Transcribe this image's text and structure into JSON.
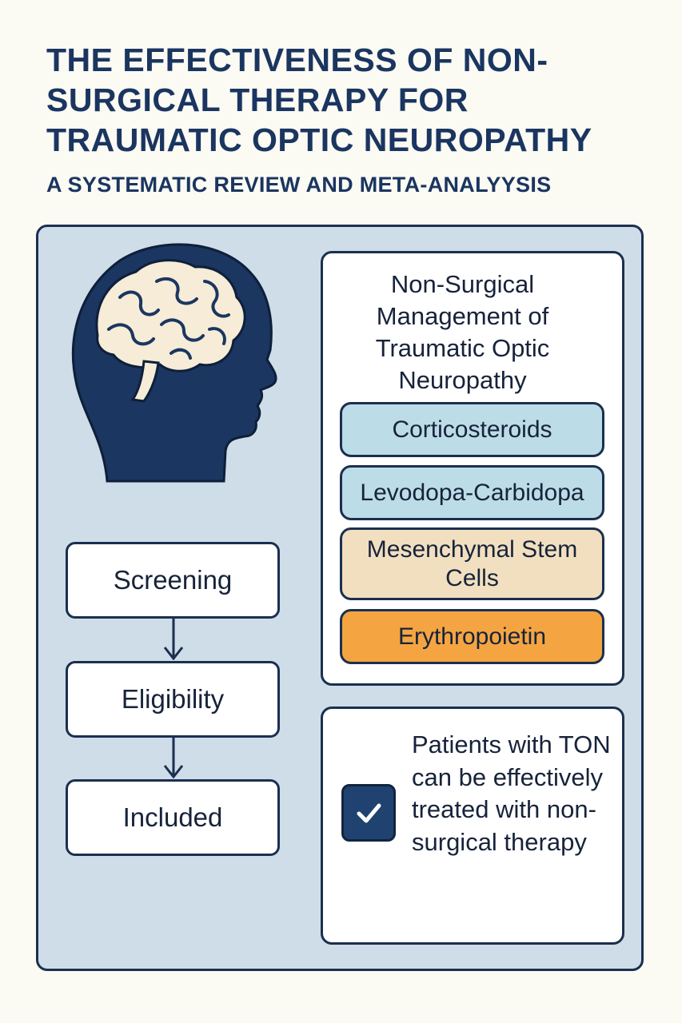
{
  "header": {
    "title": "THE EFFECTIVENESS OF NON-SURGICAL THERAPY FOR TRAUMATIC OPTIC NEUROPATHY",
    "subtitle": "A SYSTEMATIC REVIEW AND META-ANALYYSIS"
  },
  "flow": {
    "steps": [
      "Screening",
      "Eligibility",
      "Included"
    ]
  },
  "management": {
    "title": "Non-Surgical Management of Traumatic Optic Neuropathy",
    "therapies": [
      {
        "label": "Corticosteroids",
        "color": "#bcdce8"
      },
      {
        "label": "Levodopa-Carbidopa",
        "color": "#bcdce8"
      },
      {
        "label": "Mesenchymal Stem Cells",
        "color": "#f1dfc0"
      },
      {
        "label": "Erythropoietin",
        "color": "#f4a542"
      }
    ]
  },
  "conclusion": {
    "text": "Patients with TON can be effectively treated with non-surgical therapy",
    "icon": "check-icon"
  },
  "colors": {
    "navy": "#1b3660",
    "panel": "#cfdde9",
    "brain": "#f6ecd7",
    "background": "#fbfaf3"
  }
}
